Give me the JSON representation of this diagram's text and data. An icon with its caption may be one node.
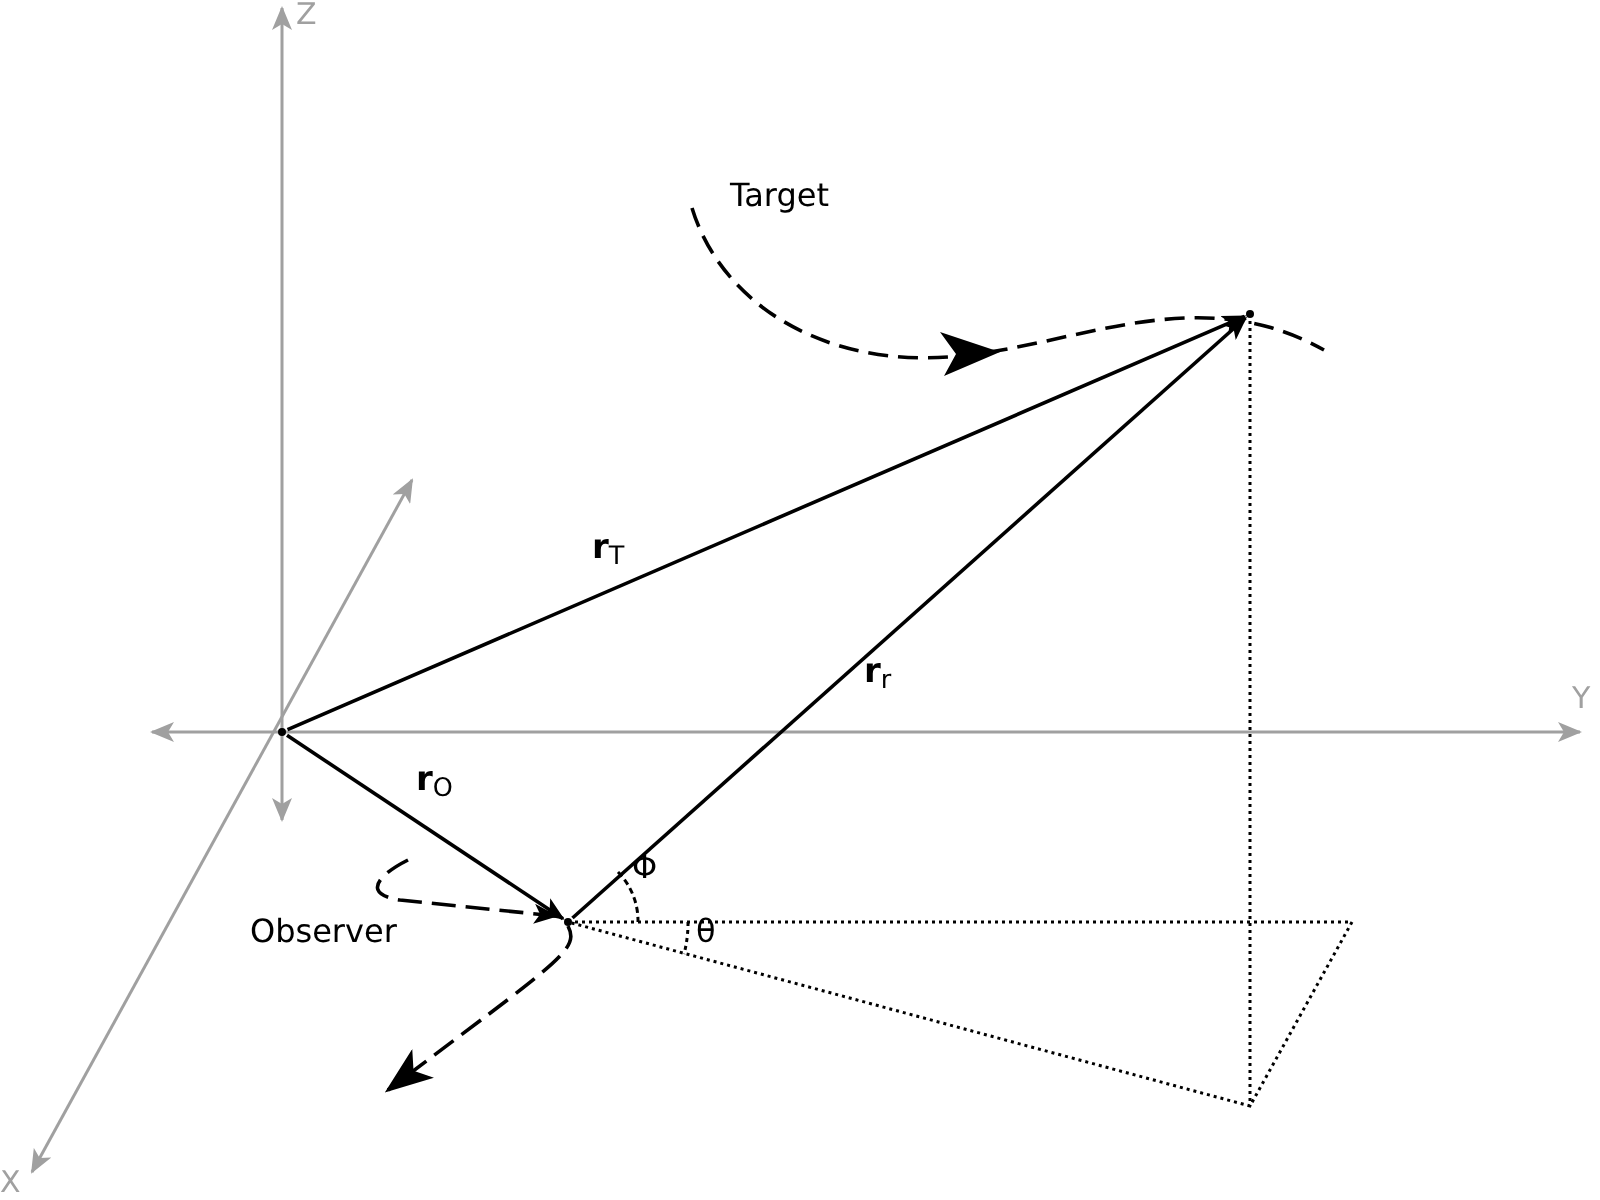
{
  "diagram": {
    "nodes": [
      {
        "text": [],
        "shape": "point"
      },
      {
        "text": [],
        "shape": "point"
      },
      {
        "text": [],
        "shape": "point"
      }
    ],
    "edges": [
      {
        "from": 0,
        "to": 2,
        "arrow": "to",
        "label": "**r**$_{T}$"
      },
      {
        "from": 0,
        "to": 1,
        "arrow": "to",
        "label": "**r**$_{O}$"
      },
      {
        "from": 1,
        "to": 2,
        "arrow": "to",
        "label": "**r**$_{r}$"
      }
    ],
    "labels": [
      "Z",
      "Target",
      "Y",
      "Φ",
      "Observer",
      "θ",
      "X"
    ]
  }
}
